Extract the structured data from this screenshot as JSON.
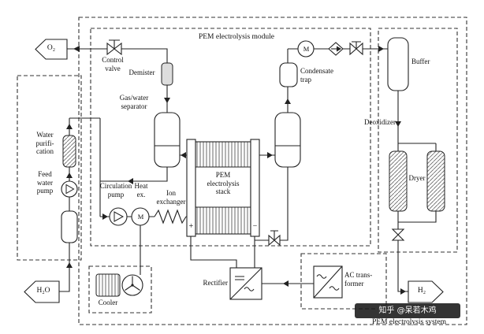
{
  "titles": {
    "module": "PEM electrolysis module",
    "system": "PEM electrolysis system"
  },
  "streams": {
    "o2": "O₂",
    "h2o": "H₂O",
    "h2": "H₂"
  },
  "labels": {
    "control_valve": [
      "Control",
      "valve"
    ],
    "demister": "Demister",
    "separator": [
      "Gas/water",
      "separator"
    ],
    "water_purification": [
      "Water",
      "purifi-",
      "cation"
    ],
    "feed_pump": [
      "Feed",
      "water",
      "pump"
    ],
    "circulation_pump": [
      "Circulation",
      "pump"
    ],
    "heat_ex": [
      "Heat",
      "ex."
    ],
    "ion_exchanger": [
      "Ion",
      "exchanger"
    ],
    "stack": [
      "PEM",
      "electrolysis",
      "stack"
    ],
    "condensate_trap": [
      "Condensate",
      "trap"
    ],
    "buffer": "Buffer",
    "deoxidizer": "Deoxidizer",
    "dryer": "Dryer",
    "rectifier": "Rectifier",
    "ac_transformer": [
      "AC trans-",
      "former"
    ],
    "cooler": "Cooler"
  },
  "symbols": {
    "motor": "M",
    "plus": "+",
    "minus": "−"
  },
  "watermark": "知乎 @呆若木鸡",
  "colors": {
    "line": "#222222",
    "dash": "#333333",
    "label": "#111111",
    "watermark_bg": "#181818",
    "watermark_fg": "#ffffff"
  }
}
